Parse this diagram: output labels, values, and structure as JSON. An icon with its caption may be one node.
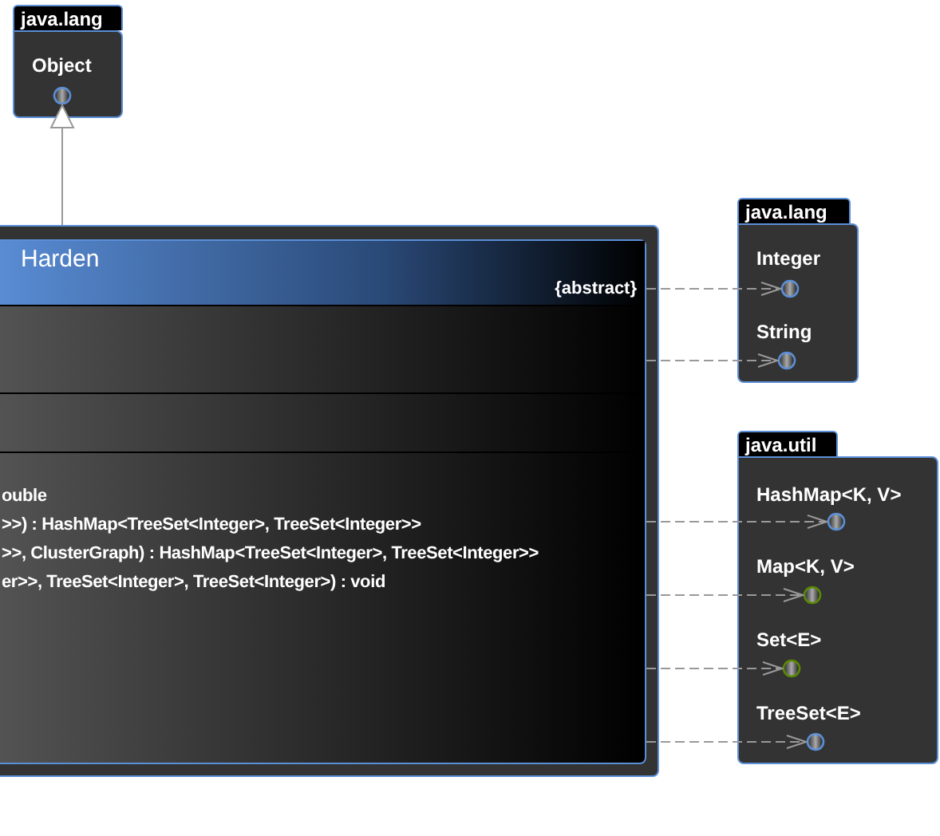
{
  "diagram": {
    "nodes": [
      {
        "text": [
          "java.lang"
        ]
      },
      {
        "text": [
          "Object"
        ],
        "in": 0
      },
      {
        "text": [
          "Harden",
          "{abstract}",
          "ouble",
          ">>) : HashMap<TreeSet<Integer>, TreeSet<Integer>>",
          ">>, ClusterGraph) : HashMap<TreeSet<Integer>, TreeSet<Integer>>",
          "er>>, TreeSet<Integer>, TreeSet<Integer>) : void"
        ]
      },
      {
        "text": [
          "java.lang"
        ]
      },
      {
        "text": [
          "Integer"
        ],
        "in": 3
      },
      {
        "text": [
          "String"
        ],
        "in": 3
      },
      {
        "text": [
          "java.util"
        ]
      },
      {
        "text": [
          "HashMap<K, V>"
        ],
        "in": 6
      },
      {
        "text": [
          "Map<K, V>"
        ],
        "in": 6
      },
      {
        "text": [
          "Set<E>"
        ],
        "in": 6
      },
      {
        "text": [
          "TreeSet<E>"
        ],
        "in": 6
      }
    ],
    "edges": [
      {
        "from": 2,
        "to": 1,
        "arrow": "to"
      },
      {
        "from": 2,
        "to": 4,
        "arrow": "to",
        "style": "dashed"
      },
      {
        "from": 2,
        "to": 5,
        "arrow": "to",
        "style": "dashed"
      },
      {
        "from": 2,
        "to": 7,
        "arrow": "to",
        "style": "dashed"
      },
      {
        "from": 2,
        "to": 8,
        "arrow": "to",
        "style": "dashed"
      },
      {
        "from": 2,
        "to": 9,
        "arrow": "to",
        "style": "dashed"
      },
      {
        "from": 2,
        "to": 10,
        "arrow": "to",
        "style": "dashed"
      }
    ]
  }
}
